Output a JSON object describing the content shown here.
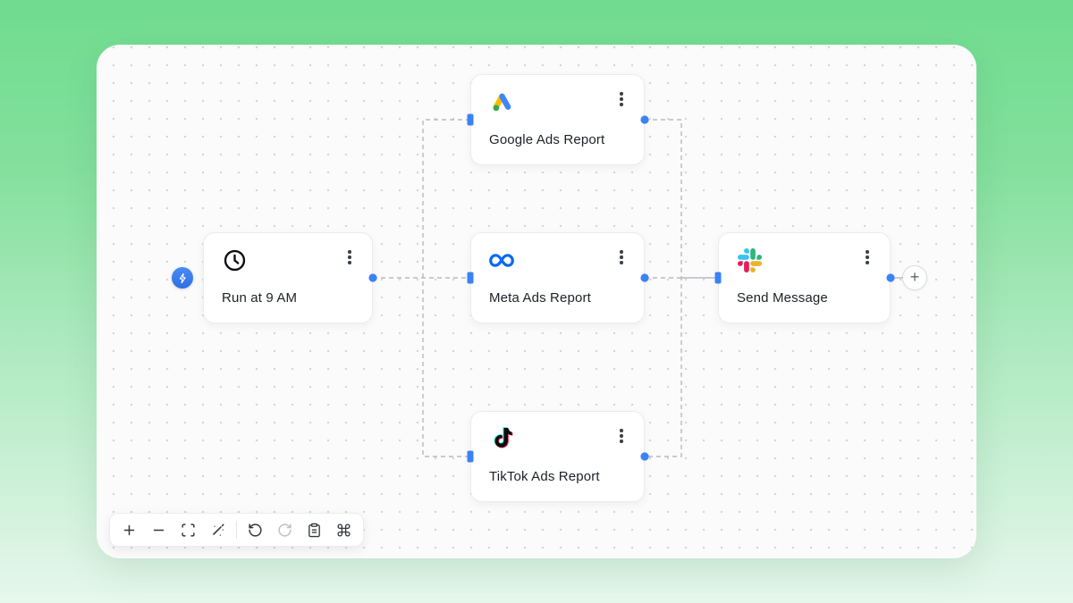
{
  "workflow": {
    "nodes": {
      "trigger": {
        "label": "Run at 9 AM",
        "icon": "clock-icon"
      },
      "google": {
        "label": "Google Ads Report",
        "icon": "google-ads-icon"
      },
      "meta": {
        "label": "Meta Ads Report",
        "icon": "meta-icon"
      },
      "tiktok": {
        "label": "TikTok Ads Report",
        "icon": "tiktok-icon"
      },
      "slack": {
        "label": "Send Message",
        "icon": "slack-icon"
      }
    },
    "trigger_badge": "lightning-zap-badge",
    "add_node_symbol": "+"
  },
  "toolbar": {
    "items": [
      "zoom-in",
      "zoom-out",
      "fit-view",
      "ai-wand",
      "undo",
      "redo",
      "clipboard",
      "keyboard-shortcuts"
    ]
  },
  "colors": {
    "accent_blue": "#3b82f6",
    "connector_gray": "#b6bac1",
    "canvas_bg": "#fbfbfb",
    "background_top_green": "#6fdc8e",
    "background_bottom_green": "#e7f7ec",
    "meta_blue": "#0868f7",
    "google_yellow": "#fbbc04",
    "google_blue": "#4285f4",
    "google_green": "#34a853",
    "tiktok_cyan": "#25f4ee",
    "tiktok_red": "#fe2c55",
    "slack_blue": "#36C5F0",
    "slack_green": "#2EB67D",
    "slack_yellow": "#ECB22E",
    "slack_pink": "#E01E5A"
  }
}
